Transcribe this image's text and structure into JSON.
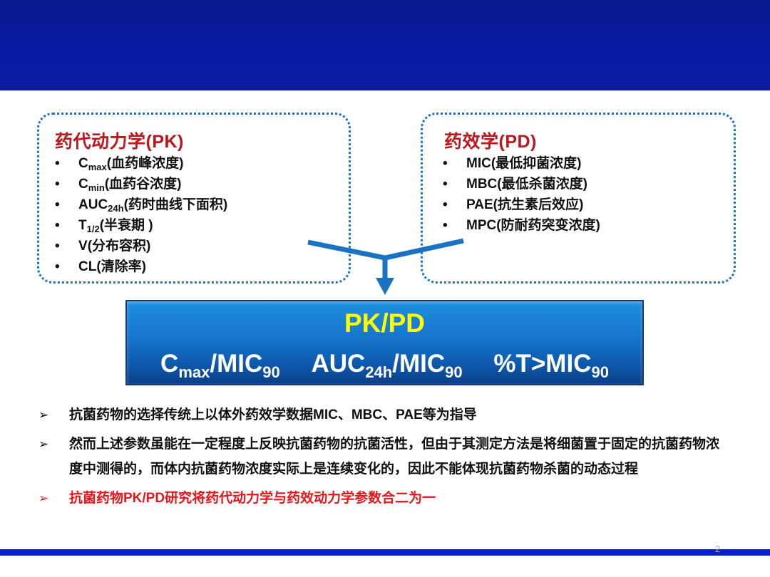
{
  "colors": {
    "header": "#0a1aa6",
    "title_red": "#c0151b",
    "accent_blue": "#1a73c2",
    "highlight_red": "#e5161c",
    "yellow": "#ffff00"
  },
  "pk": {
    "title": "药代动力学(PK)",
    "items": [
      {
        "main": "C",
        "sub": "max",
        "rest": "(血药峰浓度)"
      },
      {
        "main": "C",
        "sub": "min",
        "rest": "(血药谷浓度)"
      },
      {
        "main": "AUC",
        "sub": "24h",
        "rest": "(药时曲线下面积)"
      },
      {
        "main": "T",
        "sub": "1/2",
        "rest": "(半衰期 )"
      },
      {
        "main": "V",
        "sub": "",
        "rest": "(分布容积)"
      },
      {
        "main": "CL",
        "sub": "",
        "rest": "(清除率)"
      }
    ]
  },
  "pd": {
    "title": "药效学(PD)",
    "items": [
      "MIC(最低抑菌浓度)",
      "MBC(最低杀菌浓度)",
      "PAE(抗生素后效应)",
      "MPC(防耐药突变浓度)"
    ]
  },
  "pkpd": {
    "title": "PK/PD",
    "t1_a": "C",
    "t1_a_sub": "max",
    "t1_b": "/MIC",
    "t1_b_sub": "90",
    "t2_a": "AUC",
    "t2_a_sub": "24h",
    "t2_b": "/MIC",
    "t2_b_sub": "90",
    "t3_a": "%T>MIC",
    "t3_a_sub": "90"
  },
  "notes": [
    "抗菌药物的选择传统上以体外药效学数据MIC、MBC、PAE等为指导",
    "然而上述参数虽能在一定程度上反映抗菌药物的抗菌活性，但由于其测定方法是将细菌置于固定的抗菌药物浓度中测得的，而体内抗菌药物浓度实际上是连续变化的，因此不能体现抗菌药物杀菌的动态过程",
    "抗菌药物PK/PD研究将药代动力学与药效动力学参数合二为一"
  ],
  "bullet": "•",
  "note_marker": "➢",
  "page_number": "2"
}
